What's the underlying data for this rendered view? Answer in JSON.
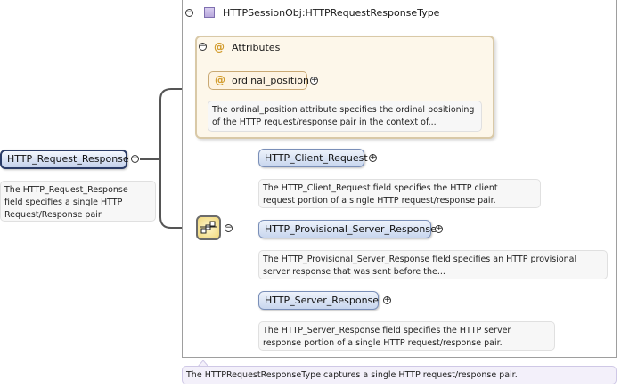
{
  "type": {
    "name": "HTTPSessionObj:HTTPRequestResponseType",
    "description": "The HTTPRequestResponseType captures a single HTTP request/response pair."
  },
  "attributes": {
    "label": "Attributes",
    "items": [
      {
        "name": "ordinal_position",
        "description_line1": "The ordinal_position attribute specifies the ordinal positioning",
        "description_line2": "of the HTTP request/response pair in the context of..."
      }
    ]
  },
  "root": {
    "name": "HTTP_Request_Response",
    "description_line1": "The HTTP_Request_Response",
    "description_line2": "field specifies a single HTTP",
    "description_line3": "Request/Response pair."
  },
  "elements": [
    {
      "name": "HTTP_Client_Request",
      "description_line1": "The HTTP_Client_Request field specifies the HTTP client",
      "description_line2": "request portion of a single HTTP request/response pair."
    },
    {
      "name": "HTTP_Provisional_Server_Response",
      "description_line1": "The HTTP_Provisional_Server_Response field specifies an HTTP provisional",
      "description_line2": "server response that was sent before the..."
    },
    {
      "name": "HTTP_Server_Response",
      "description_line1": "The HTTP_Server_Response field specifies the HTTP server",
      "description_line2": "response portion of a single HTTP request/response pair."
    }
  ],
  "symbols": {
    "collapse": "−",
    "expand": "+",
    "attribute": "@"
  },
  "colors": {
    "element_fill": "#c8d6ee",
    "element_border": "#7a8fb8",
    "attribute_fill": "#fdf7ea",
    "attribute_border": "#d9c9a7",
    "connector": "#555555"
  }
}
